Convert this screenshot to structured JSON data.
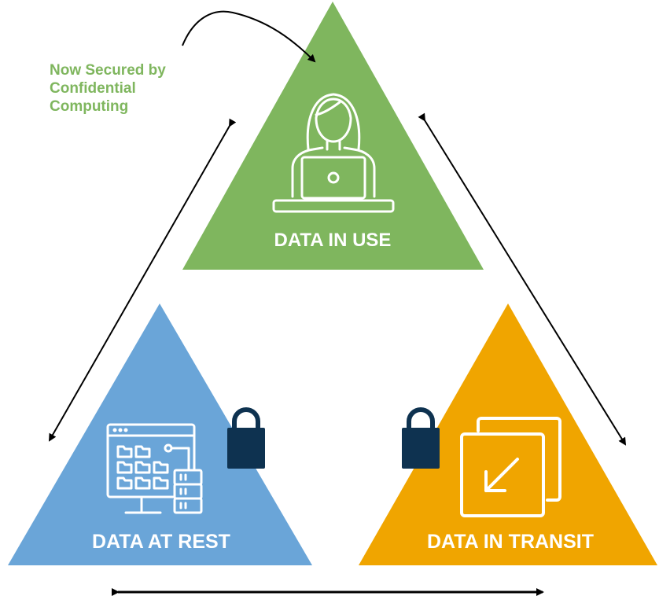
{
  "callout": {
    "text": "Now Secured by\nConfidential\nComputing"
  },
  "triangles": {
    "use": {
      "label": "DATA IN USE",
      "color": "#7fb65e"
    },
    "rest": {
      "label": "DATA AT REST",
      "color": "#6aa5d8"
    },
    "transit": {
      "label": "DATA IN TRANSIT",
      "color": "#f0a500"
    }
  },
  "colors": {
    "lock": "#0e3250",
    "arrow": "#000000",
    "icon_stroke": "#ffffff"
  },
  "icons": {
    "use": "person-with-laptop-icon",
    "rest": "file-storage-server-icon",
    "transit": "transfer-arrow-icon",
    "lock": "padlock-icon"
  }
}
